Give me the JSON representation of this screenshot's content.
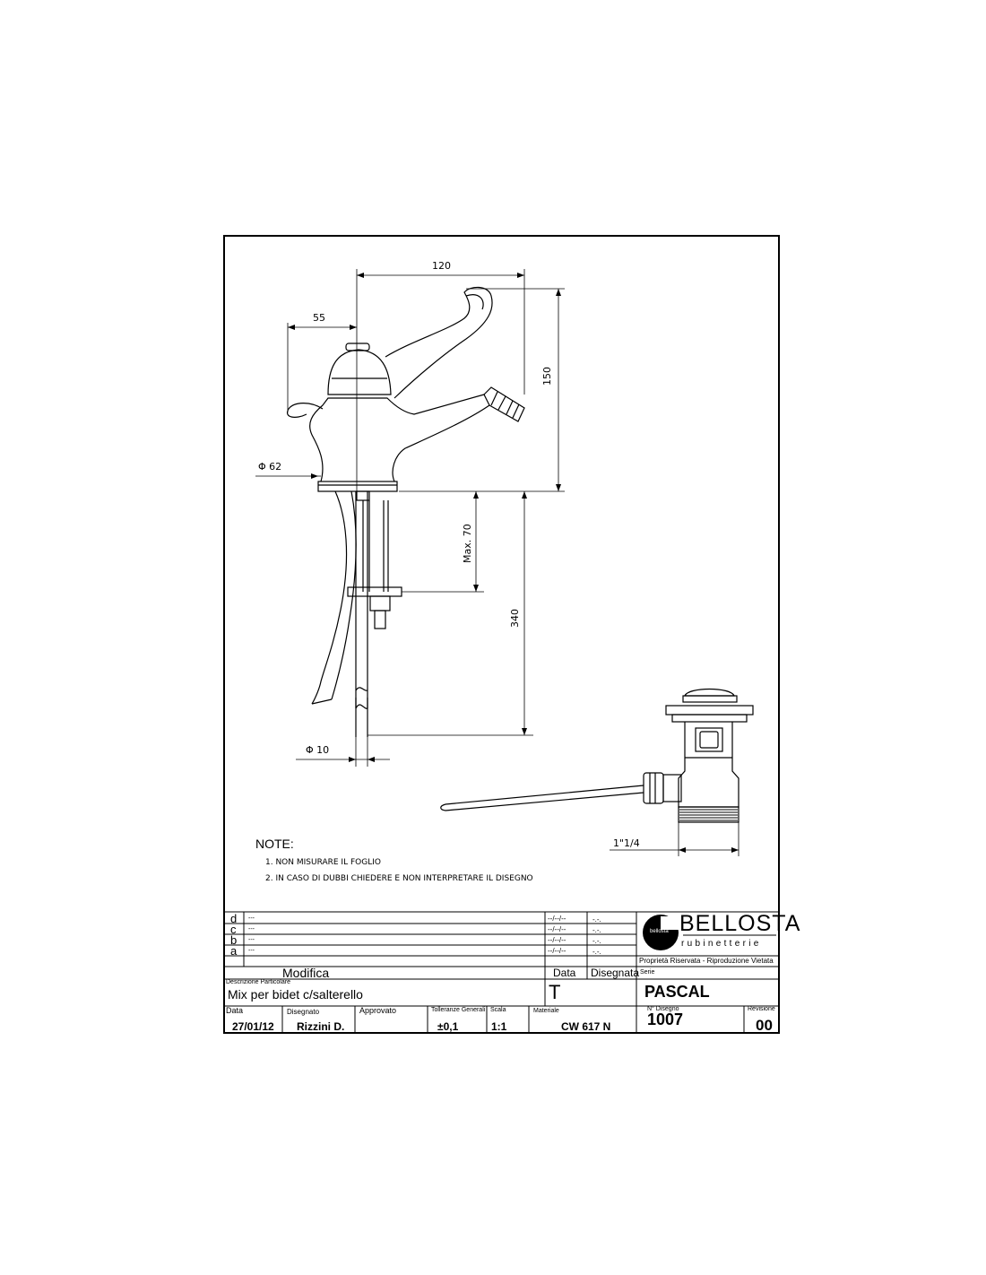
{
  "dimensions": {
    "width_120": "120",
    "offset_55": "55",
    "height_150": "150",
    "base_diameter": "Φ 62",
    "max_70": "Max. 70",
    "length_340": "340",
    "pipe_diameter": "Φ 10",
    "thread": "1\"1/4"
  },
  "notes": {
    "heading": "NOTE:",
    "items": [
      "1. NON MISURARE IL FOGLIO",
      "2. IN CASO DI DUBBI CHIEDERE E NON INTERPRETARE IL DISEGNO"
    ]
  },
  "revisions": [
    {
      "letter": "d",
      "desc": "---",
      "date": "--/--/--",
      "drawn": "-.-."
    },
    {
      "letter": "c",
      "desc": "---",
      "date": "--/--/--",
      "drawn": "-.-."
    },
    {
      "letter": "b",
      "desc": "---",
      "date": "--/--/--",
      "drawn": "-.-."
    },
    {
      "letter": "a",
      "desc": "---",
      "date": "--/--/--",
      "drawn": "-.-."
    }
  ],
  "revision_headers": {
    "modifica": "Modifica",
    "data": "Data",
    "disegnata": "Disegnata"
  },
  "brand": {
    "name": "BELLOSTA",
    "tagline": "rubinetterie",
    "logo_text": "bellosta",
    "rights": "Proprietà Riservata - Riproduzione Vietata"
  },
  "series": {
    "label": "Serie",
    "value": "PASCAL"
  },
  "description": {
    "label": "Descrizione Particolare",
    "value": "Mix per bidet c/salterello",
    "code": "T"
  },
  "footer": {
    "date_label": "Data",
    "date": "27/01/12",
    "drawn_label": "Disegnato",
    "drawn": "Rizzini D.",
    "approved_label": "Approvato",
    "approved": "",
    "tolerance_label": "Tolleranze Generali",
    "tolerance": "±0,1",
    "scale_label": "Scala",
    "scale": "1:1",
    "material_label": "Materiale",
    "material": "CW 617 N",
    "drawing_no_label": "N° Disegno",
    "drawing_no": "1007",
    "revision_label": "Revisione",
    "revision": "00"
  }
}
